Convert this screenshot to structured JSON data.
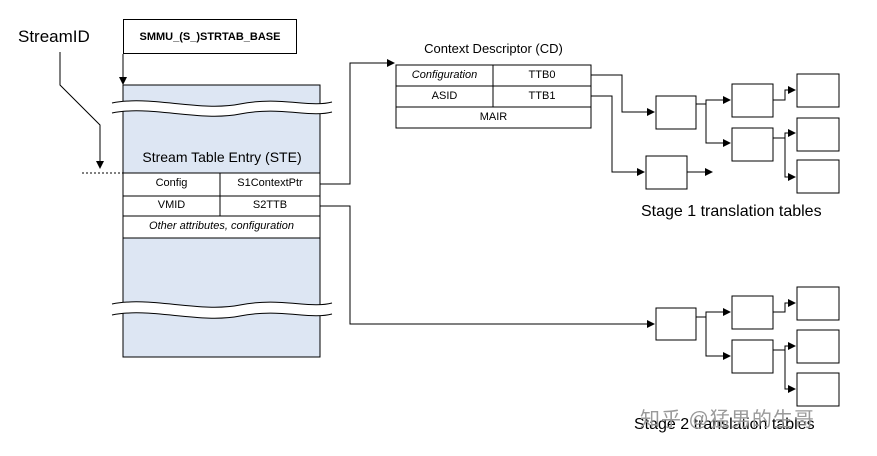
{
  "labels": {
    "stream_id": "StreamID",
    "strtab_base": "SMMU_(S_)STRTAB_BASE",
    "ste_title": "Stream Table Entry (STE)",
    "cd_title": "Context Descriptor (CD)",
    "stage1_caption": "Stage 1 translation tables",
    "stage2_caption": "Stage 2 translation tables",
    "watermark": "知乎 @猛男的生哥"
  },
  "ste_fields": {
    "config": "Config",
    "s1_context_ptr": "S1ContextPtr",
    "vmid": "VMID",
    "s2ttb": "S2TTB",
    "other": "Other attributes, configuration"
  },
  "cd_fields": {
    "configuration": "Configuration",
    "ttb0": "TTB0",
    "asid": "ASID",
    "ttb1": "TTB1",
    "mair": "MAIR"
  },
  "colors": {
    "ste_fill": "#dde6f3",
    "line": "#000000"
  }
}
